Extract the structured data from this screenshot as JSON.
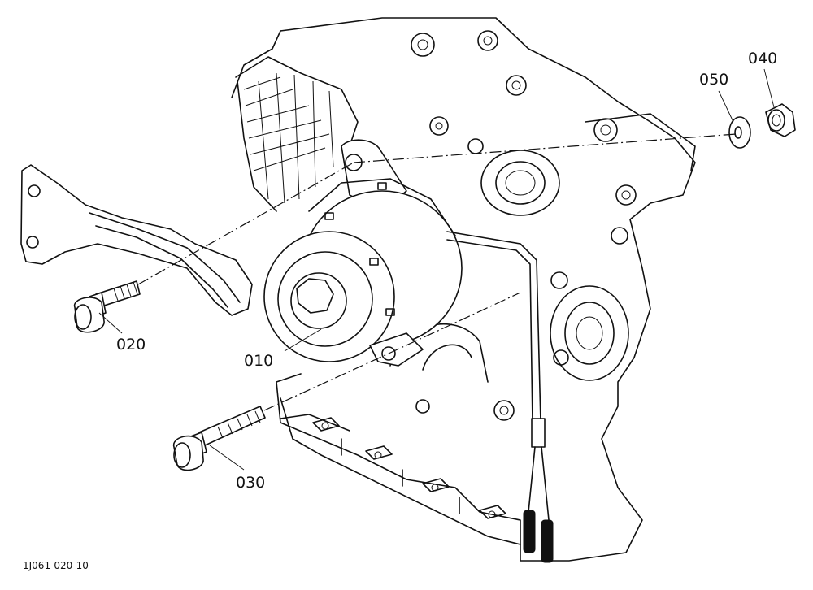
{
  "diagram": {
    "callouts": {
      "p010": "010",
      "p020": "020",
      "p030": "030",
      "p040": "040",
      "p050": "050"
    },
    "drawing_ref": "1J061-020-10"
  }
}
